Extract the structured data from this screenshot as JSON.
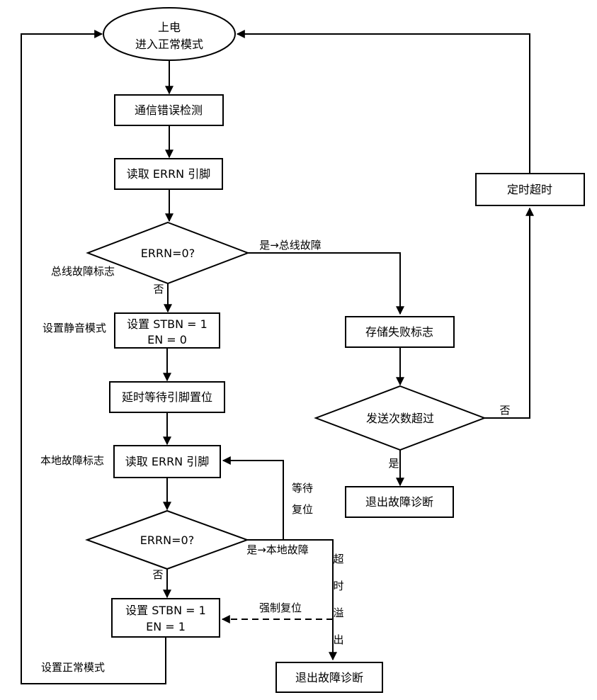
{
  "diagram_type": "flowchart",
  "colors": {
    "line": "#000000",
    "shape_fill": "#ffffff",
    "background": "#ffffff",
    "text": "#000000"
  },
  "nodes": {
    "start": {
      "line1": "上电",
      "line2": "进入正常模式"
    },
    "comm_error_detect": {
      "label": "通信错误检测"
    },
    "read_errn_pin_1": {
      "label": "读取 ERRN 引脚"
    },
    "errn_decision_1": {
      "label": "ERRN=0?"
    },
    "set_silent": {
      "line1": "设置 STBN = 1",
      "line2": "EN = 0"
    },
    "delay_wait_pin": {
      "label": "延时等待引脚置位"
    },
    "read_errn_pin_2": {
      "label": "读取 ERRN 引脚"
    },
    "errn_decision_2": {
      "label": "ERRN=0?"
    },
    "set_normal": {
      "line1": "设置 STBN = 1",
      "line2": "EN = 1"
    },
    "store_failure_flag": {
      "label": "存储失败标志"
    },
    "send_count_decision": {
      "label": "发送次数超过"
    },
    "exit_diagnosis_right": {
      "label": "退出故障诊断"
    },
    "timer_timeout": {
      "label": "定时超时"
    },
    "exit_diagnosis_bottom": {
      "label": "退出故障诊断"
    }
  },
  "edge_labels": {
    "no_1": "否",
    "yes_bus_fault": "是→总线故障",
    "no_2": "否",
    "yes_local_fault": "是→本地故障",
    "yes_send": "是",
    "no_send": "否",
    "wait_line1": "等待",
    "wait_line2": "复位",
    "timeout_char1": "超",
    "timeout_char2": "时",
    "timeout_char3": "溢",
    "timeout_char4": "出",
    "force_reset": "强制复位"
  },
  "side_labels": {
    "bus_fault_flag": "总线故障标志",
    "set_silent_mode": "设置静音模式",
    "local_fault_flag": "本地故障标志",
    "set_normal_mode": "设置正常模式"
  }
}
